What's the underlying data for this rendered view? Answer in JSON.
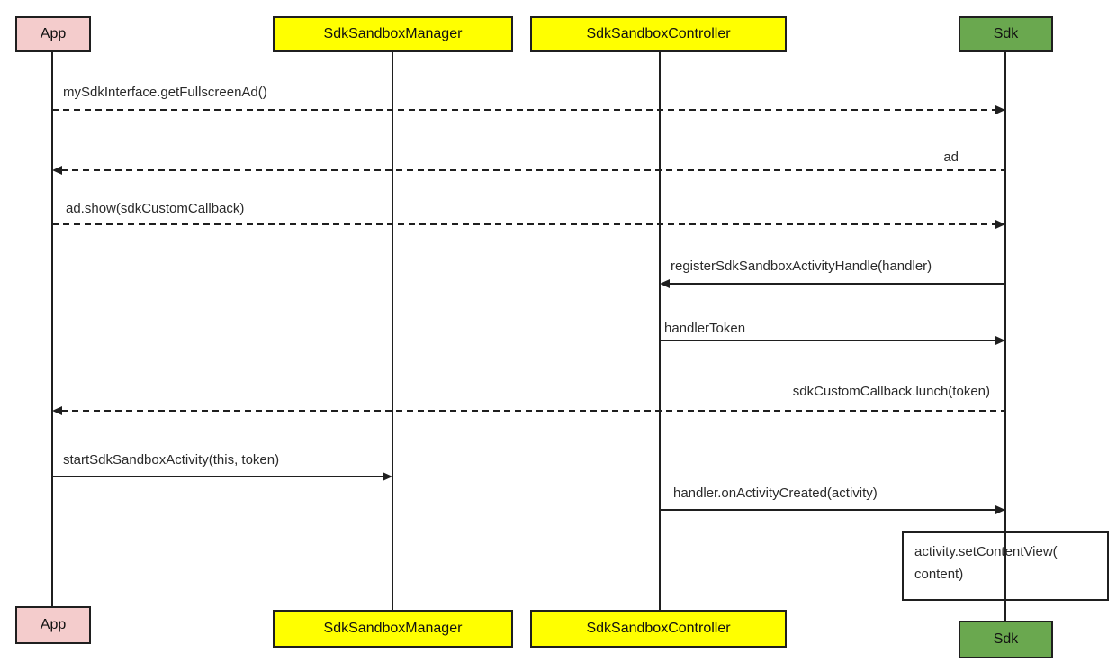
{
  "diagram": {
    "type": "sequence",
    "background_color": "#ffffff",
    "line_color": "#1f1f1f"
  },
  "actors": [
    {
      "name": "App",
      "color": "#f4cccc"
    },
    {
      "name": "SdkSandboxManager",
      "color": "#ffff00"
    },
    {
      "name": "SdkSandboxController",
      "color": "#ffff00"
    },
    {
      "name": "Sdk",
      "color": "#6aa84f"
    }
  ],
  "messages": [
    {
      "label": "mySdkInterface.getFullscreenAd()",
      "from": "App",
      "to": "Sdk",
      "style": "dashed"
    },
    {
      "label": "ad",
      "from": "Sdk",
      "to": "App",
      "style": "dashed"
    },
    {
      "label": "ad.show(sdkCustomCallback)",
      "from": "App",
      "to": "Sdk",
      "style": "dashed"
    },
    {
      "label": "registerSdkSandboxActivityHandle(handler)",
      "from": "Sdk",
      "to": "SdkSandboxController",
      "style": "solid"
    },
    {
      "label": "handlerToken",
      "from": "SdkSandboxController",
      "to": "Sdk",
      "style": "solid"
    },
    {
      "label": "sdkCustomCallback.lunch(token)",
      "from": "Sdk",
      "to": "App",
      "style": "dashed"
    },
    {
      "label": "startSdkSandboxActivity(this, token)",
      "from": "App",
      "to": "SdkSandboxManager",
      "style": "solid"
    },
    {
      "label": "handler.onActivityCreated(activity)",
      "from": "SdkSandboxController",
      "to": "Sdk",
      "style": "solid"
    }
  ],
  "note": {
    "attached_to": "Sdk",
    "line1": "activity.setContentView(",
    "line2": "content)"
  }
}
